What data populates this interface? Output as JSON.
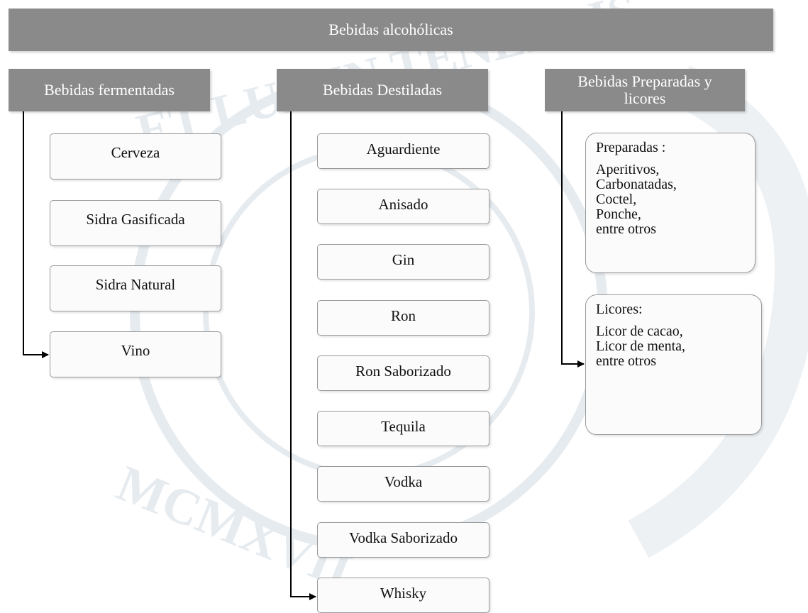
{
  "root": {
    "label": "Bebidas alcohólicas"
  },
  "groups": [
    {
      "label": "Bebidas fermentadas",
      "items": [
        "Cerveza",
        "Sidra Gasificada",
        "Sidra Natural",
        "Vino"
      ]
    },
    {
      "label": "Bebidas Destiladas",
      "items": [
        "Aguardiente",
        "Anisado",
        "Gin",
        "Ron",
        "Ron Saborizado",
        "Tequila",
        "Vodka",
        "Vodka Saborizado",
        "Whisky"
      ]
    },
    {
      "label_line1": "Bebidas Preparadas y",
      "label_line2": "licores",
      "boxes": [
        {
          "title": "Preparadas :",
          "items": [
            "Aperitivos,",
            "Carbonatadas,",
            "Coctel,",
            "Ponche,",
            "entre otros"
          ]
        },
        {
          "title": "Licores:",
          "items": [
            "Licor de cacao,",
            "Licor de menta,",
            "entre otros"
          ]
        }
      ]
    }
  ],
  "watermark": {
    "text": "MCMXVII",
    "motto": "ET LUX IN TENEBRIS"
  },
  "colors": {
    "header_fill": "#8a8a8a",
    "header_text": "#ffffff",
    "box_border": "#9a9a9a",
    "connector": "#000000"
  }
}
